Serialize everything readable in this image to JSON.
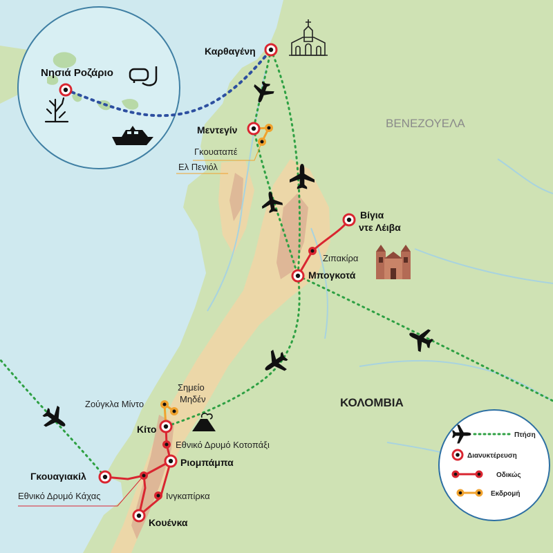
{
  "countries": {
    "colombia": "ΚΟΛΟΜΒΙΑ",
    "venezuela": "ΒΕΝΕΖΟΥΕΛΑ"
  },
  "places": {
    "rosario": "Νησιά Ροζάριο",
    "cartagena": "Καρθαγένη",
    "medellin": "Μεντεγίν",
    "guatape": "Γκουαταπέ",
    "penol": "Ελ Πενιόλ",
    "villa_line1": "Βίγια",
    "villa_line2": "ντε Λέιβα",
    "zipaquira": "Ζιπακίρα",
    "bogota": "Μπογκοτά",
    "mindo": "Ζούγκλα Μίντο",
    "middle_line1": "Σημείο",
    "middle_line2": "Μηδέν",
    "quito": "Κίτο",
    "cotopaxi": "Εθνικό Δρυμό Κοτοπάξι",
    "riobamba": "Ριομπάμπα",
    "guayaquil": "Γκουαγιακίλ",
    "cajas": "Εθνικό Δρυμό Κάχας",
    "ingapirca": "Ινγκαπίρκα",
    "cuenca": "Κουένκα"
  },
  "legend": {
    "flight": "Πτήση",
    "overnight": "Διανυκτέρευση",
    "road": "Οδικώς",
    "excursion": "Εκδρομή"
  },
  "colors": {
    "sea": "#cfe9ef",
    "land": "#cfe2b4",
    "mountain": "#ecd7a8",
    "peak": "#d9ac92",
    "flight": "#2ea043",
    "boat": "#2d4fa0",
    "road": "#d92530",
    "excursion": "#f0a22e",
    "stop": "#d92530"
  },
  "icons": [
    "airplane-icon",
    "snorkel-icon",
    "coral-icon",
    "yacht-icon",
    "church-icon",
    "cathedral-icon",
    "volcano-icon"
  ]
}
